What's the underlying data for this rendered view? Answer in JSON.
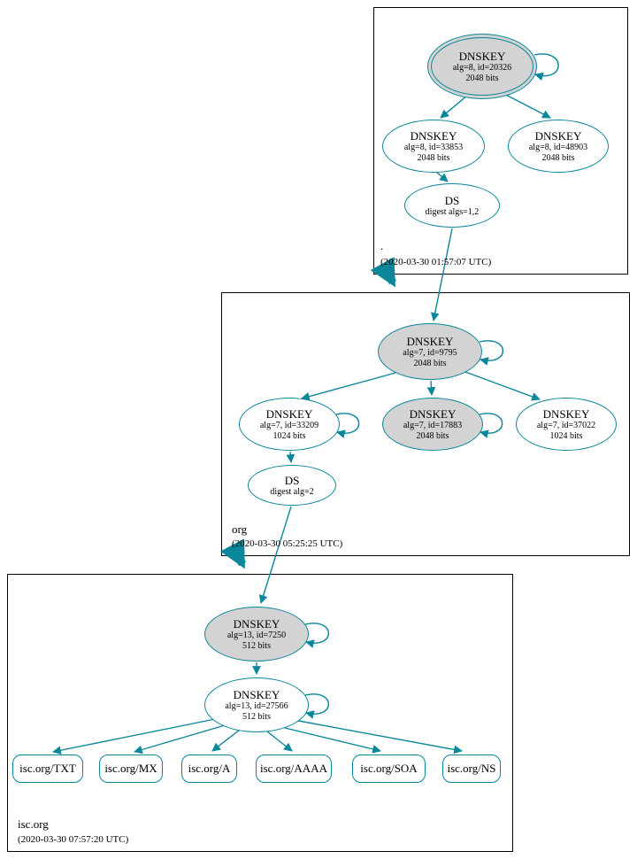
{
  "colors": {
    "edge_teal": "#0a879a",
    "ksk_fill": "#d3d3d3",
    "zone_border": "#000000",
    "node_background": "#ffffff"
  },
  "zones": {
    "root": {
      "label": ".",
      "timestamp": "(2020-03-30 01:57:07 UTC)",
      "ksk": {
        "title": "DNSKEY",
        "meta": "alg=8, id=20326",
        "size": "2048 bits"
      },
      "zsk1": {
        "title": "DNSKEY",
        "meta": "alg=8, id=33853",
        "size": "2048 bits"
      },
      "zsk2": {
        "title": "DNSKEY",
        "meta": "alg=8, id=48903",
        "size": "2048 bits"
      },
      "ds": {
        "title": "DS",
        "meta": "digest algs=1,2"
      }
    },
    "org": {
      "label": "org",
      "timestamp": "(2020-03-30 05:25:25 UTC)",
      "ksk": {
        "title": "DNSKEY",
        "meta": "alg=7, id=9795",
        "size": "2048 bits"
      },
      "zsk1": {
        "title": "DNSKEY",
        "meta": "alg=7, id=33209",
        "size": "1024 bits"
      },
      "zsk2": {
        "title": "DNSKEY",
        "meta": "alg=7, id=17883",
        "size": "2048 bits"
      },
      "zsk3": {
        "title": "DNSKEY",
        "meta": "alg=7, id=37022",
        "size": "1024 bits"
      },
      "ds": {
        "title": "DS",
        "meta": "digest alg=2"
      }
    },
    "isc": {
      "label": "isc.org",
      "timestamp": "(2020-03-30 07:57:20 UTC)",
      "ksk": {
        "title": "DNSKEY",
        "meta": "alg=13, id=7250",
        "size": "512 bits"
      },
      "zsk": {
        "title": "DNSKEY",
        "meta": "alg=13, id=27566",
        "size": "512 bits"
      },
      "rrsets": [
        "isc.org/TXT",
        "isc.org/MX",
        "isc.org/A",
        "isc.org/AAAA",
        "isc.org/SOA",
        "isc.org/NS"
      ]
    }
  }
}
